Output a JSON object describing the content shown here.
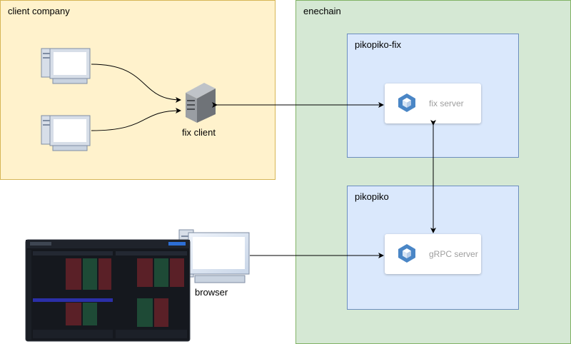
{
  "regions": {
    "client_company": "client company",
    "enechain": "enechain",
    "pikopiko_fix": "pikopiko-fix",
    "pikopiko": "pikopiko"
  },
  "nodes": {
    "fix_client": "fix client",
    "fix_server": "fix server",
    "grpc_server": "gRPC server",
    "browser": "browser"
  }
}
